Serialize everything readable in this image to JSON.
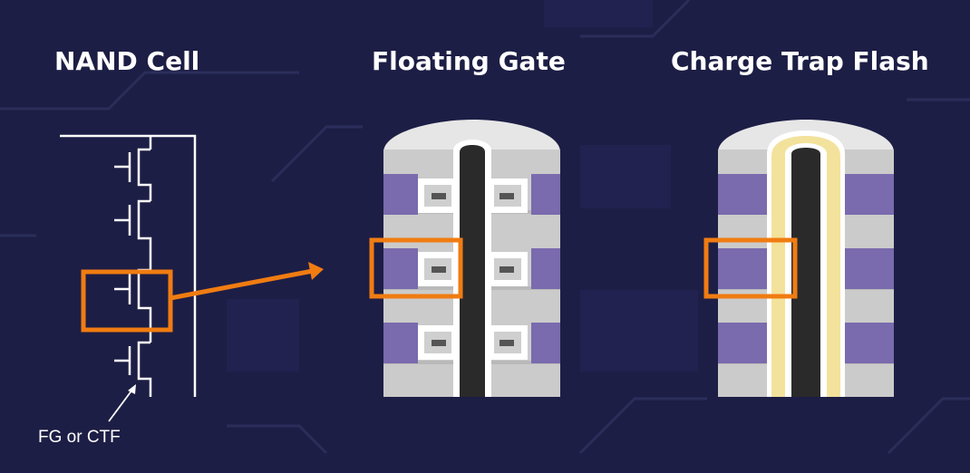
{
  "titles": {
    "nand_cell": "NAND Cell",
    "floating_gate": "Floating Gate",
    "charge_trap_flash": "Charge Trap Flash"
  },
  "annotation": "FG or CTF",
  "colors": {
    "background": "#1d1e45",
    "highlight": "#f07c12",
    "wordline": "#7a6aae",
    "pillar_gray": "#cbcbcb",
    "channel": "#2a2a2a",
    "trap_layer": "#f3e29c",
    "wire": "#ffffff"
  }
}
